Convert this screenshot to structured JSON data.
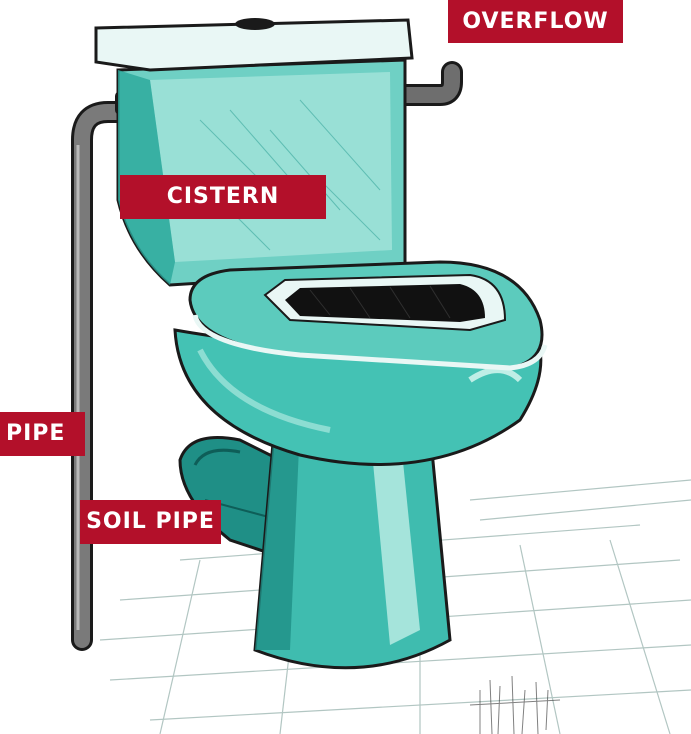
{
  "labels": {
    "overflow": "OVERFLOW",
    "cistern": "CISTERN",
    "pipe": "PIPE",
    "soil_pipe": "SOIL PIPE"
  },
  "colors": {
    "label_bg": "#b3102a",
    "label_text": "#ffffff",
    "porcelain": "#4fc6b8",
    "porcelain_light": "#bfeee6",
    "porcelain_dark": "#1f8f86",
    "pipe": "#6e6e6e",
    "outline": "#1a1a1a"
  },
  "icons": {
    "illustration": "toilet-illustration"
  }
}
